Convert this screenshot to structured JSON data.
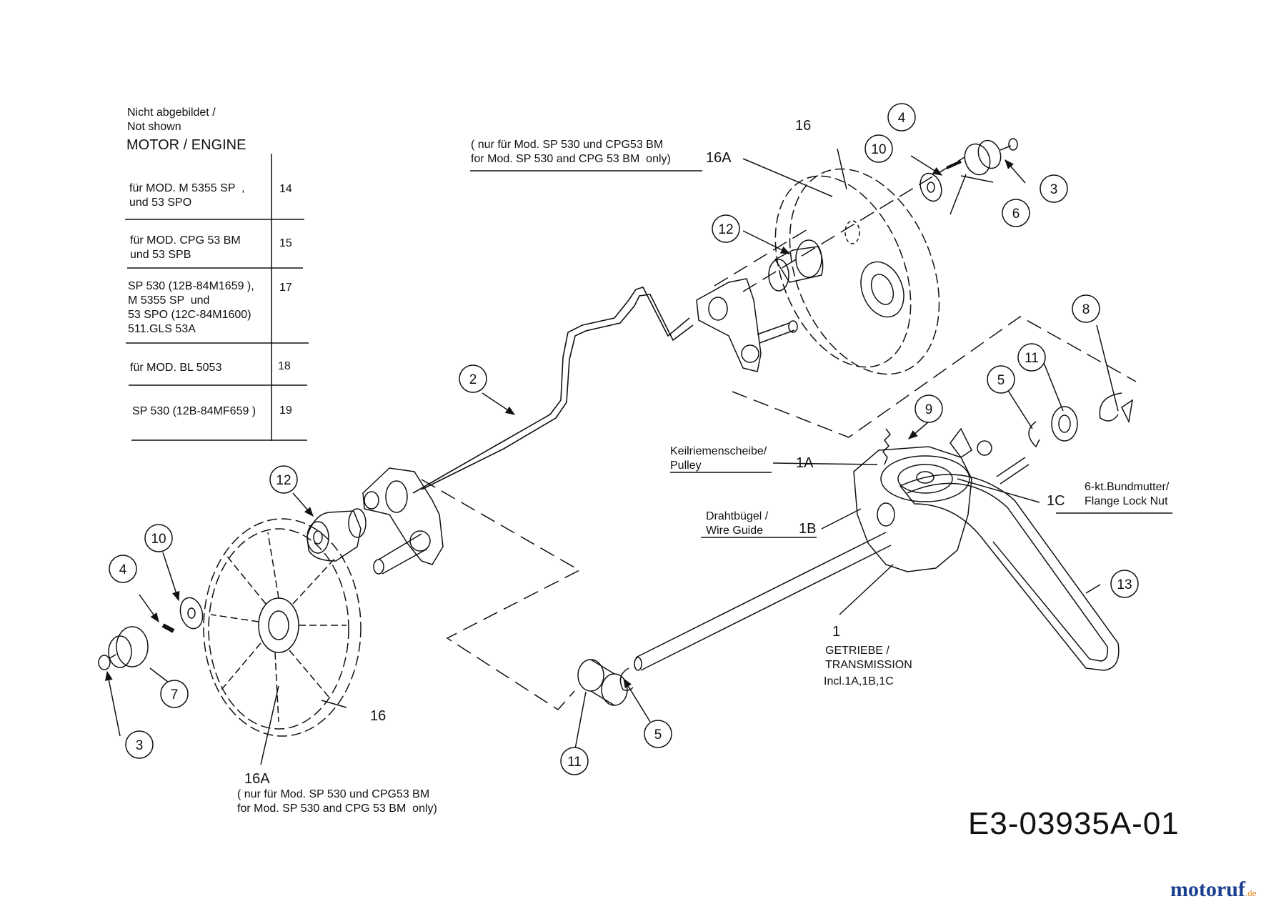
{
  "not_shown": {
    "line1": "Nicht abgebildet /",
    "line2": "Not shown",
    "engine": "MOTOR / ENGINE",
    "rows": [
      {
        "text": "für MOD. M 5355 SP  ,\nund 53 SPO",
        "num": "14"
      },
      {
        "text": "für MOD. CPG 53 BM\nund 53 SPB",
        "num": "15"
      },
      {
        "text": "SP 530 (12B-84M1659 ),\nM 5355 SP  und\n53 SPO (12C-84M1600)\n511.GLS 53A",
        "num": "17"
      },
      {
        "text": "für MOD. BL 5053",
        "num": "18"
      },
      {
        "text": "SP 530 (12B-84MF659 )",
        "num": "19"
      }
    ]
  },
  "notes": {
    "top_model_note": "( nur für Mod. SP 530 und CPG53 BM\nfor Mod. SP 530 and CPG 53 BM  only)",
    "bottom_model_note": "( nur für Mod. SP 530 und CPG53 BM\nfor Mod. SP 530 and CPG 53 BM  only)",
    "pulley": "Keilriemenscheibe/\nPulley",
    "wire_guide": "Drahtbügel /\nWire Guide",
    "flange_nut": "6-kt.Bundmutter/\nFlange Lock Nut",
    "transmission": "GETRIEBE /\nTRANSMISSION",
    "transmission_incl": "Incl.1A,1B,1C"
  },
  "labels": {
    "p16_top": "16",
    "p16a_top": "16A",
    "p1a": "1A",
    "p1b": "1B",
    "p1c": "1C",
    "p1": "1",
    "p16_bottom": "16",
    "p16a_bottom": "16A"
  },
  "callouts": [
    {
      "id": "c4t",
      "text": "4"
    },
    {
      "id": "c10t",
      "text": "10"
    },
    {
      "id": "c3t",
      "text": "3"
    },
    {
      "id": "c6",
      "text": "6"
    },
    {
      "id": "c12t",
      "text": "12"
    },
    {
      "id": "c8",
      "text": "8"
    },
    {
      "id": "c11t",
      "text": "11"
    },
    {
      "id": "c5t",
      "text": "5"
    },
    {
      "id": "c9",
      "text": "9"
    },
    {
      "id": "c2",
      "text": "2"
    },
    {
      "id": "c12b",
      "text": "12"
    },
    {
      "id": "c10b",
      "text": "10"
    },
    {
      "id": "c4b",
      "text": "4"
    },
    {
      "id": "c7",
      "text": "7"
    },
    {
      "id": "c3b",
      "text": "3"
    },
    {
      "id": "c13",
      "text": "13"
    },
    {
      "id": "c5b",
      "text": "5"
    },
    {
      "id": "c11b",
      "text": "11"
    }
  ],
  "drawing_code": "E3-03935A-01",
  "watermark": {
    "main": "motoruf",
    "suffix": ".de",
    "color_blue": "#1b3f8f",
    "color_orange": "#e8891d"
  }
}
